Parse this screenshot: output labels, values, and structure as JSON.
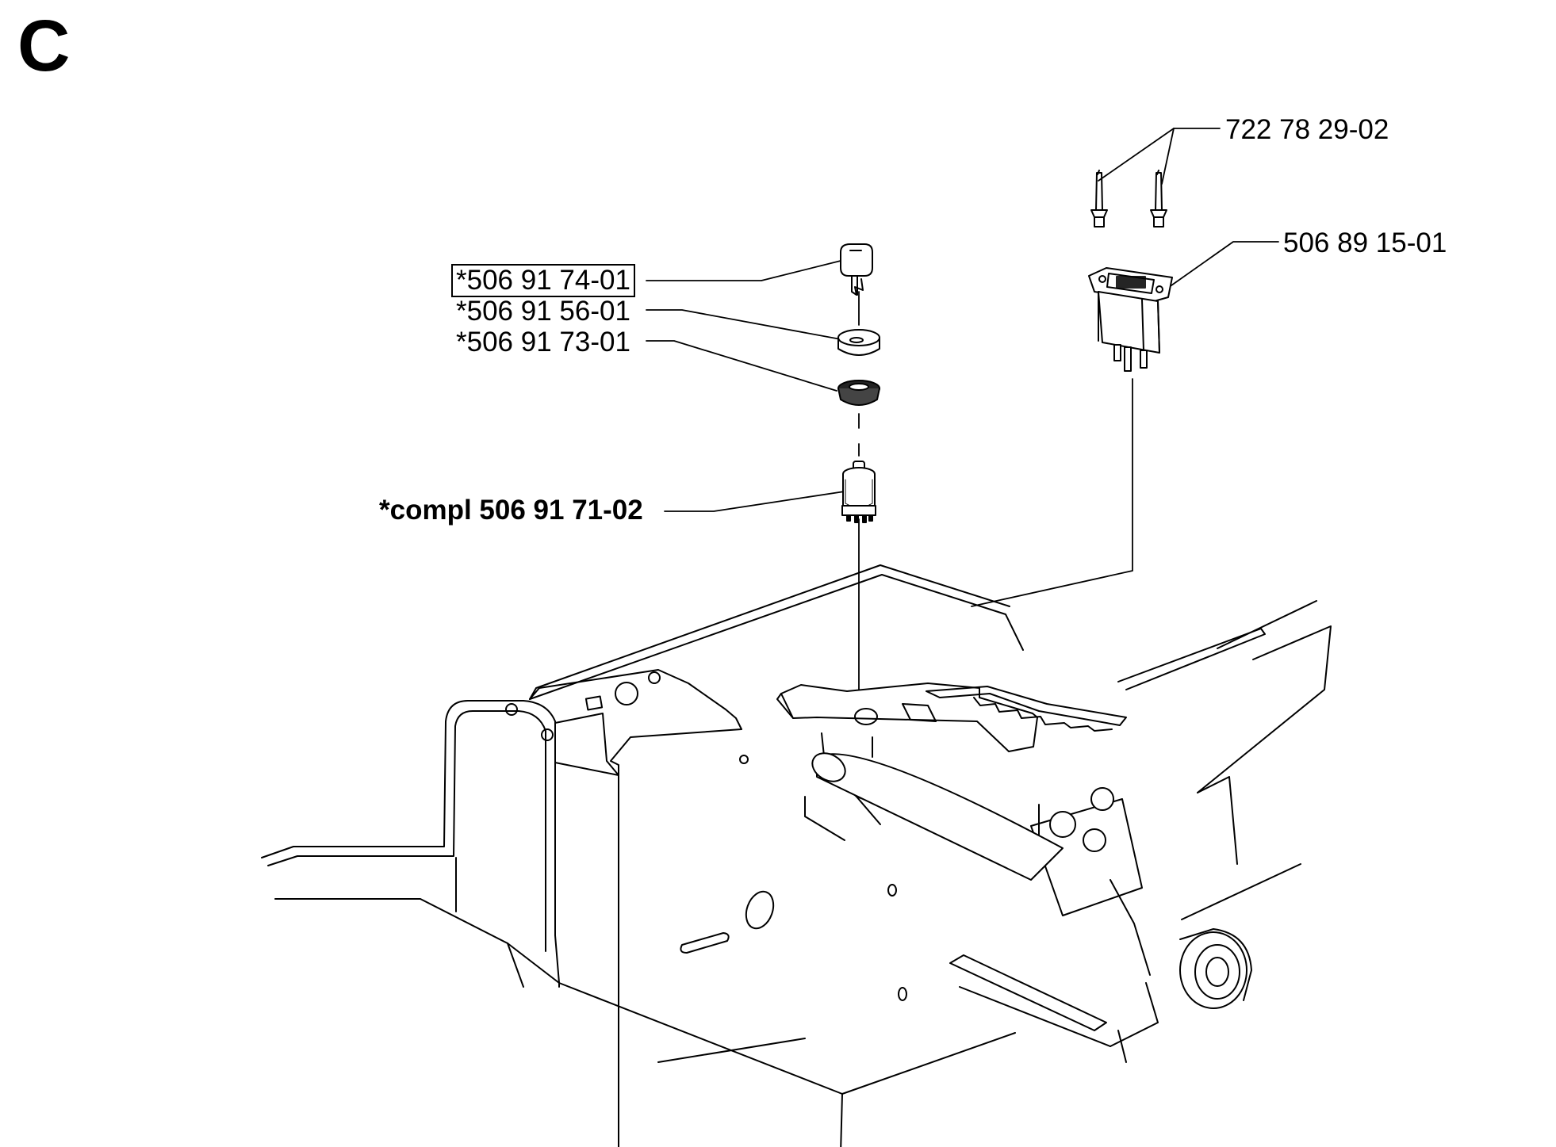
{
  "section_label": "C",
  "parts": [
    {
      "id": "p1",
      "number": "722 78 29-02",
      "style": "regular",
      "boxed": false
    },
    {
      "id": "p2",
      "number": "506 89 15-01",
      "style": "regular",
      "boxed": false
    },
    {
      "id": "p3",
      "number": "*506 91 74-01",
      "style": "regular",
      "boxed": true
    },
    {
      "id": "p4",
      "number": "*506 91 56-01",
      "style": "regular",
      "boxed": false
    },
    {
      "id": "p5",
      "number": "*506 91 73-01",
      "style": "regular",
      "boxed": false
    },
    {
      "id": "p6",
      "number": "*compl 506 91 71-02",
      "style": "bold",
      "boxed": false
    }
  ]
}
